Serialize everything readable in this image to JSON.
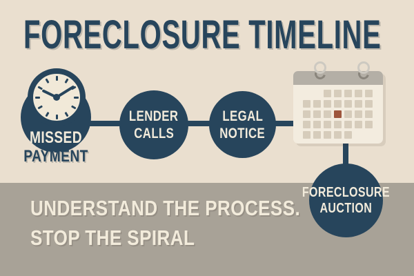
{
  "title": "FORECLOSURE TIMELINE",
  "steps": [
    {
      "line1": "MISSED",
      "line2": "PAYMENT",
      "icon": "clock-icon"
    },
    {
      "line1": "LENDER",
      "line2": "CALLS"
    },
    {
      "line1": "LEGAL",
      "line2": "NOTICE"
    },
    {
      "line1": "FORECLOSURE",
      "line2": "AUCTION",
      "icon": "calendar-icon"
    }
  ],
  "footer": {
    "line1": "UNDERSTAND THE PROCESS.",
    "line2": "STOP THE SPIRAL"
  },
  "calendar_grid": [
    [
      0,
      0,
      1,
      1,
      1,
      1,
      1
    ],
    [
      1,
      1,
      1,
      1,
      1,
      1,
      1
    ],
    [
      1,
      1,
      1,
      2,
      1,
      1,
      1
    ],
    [
      1,
      1,
      1,
      1,
      1,
      1,
      1
    ],
    [
      1,
      1,
      1,
      1,
      1,
      0,
      0
    ]
  ],
  "clock": {
    "hour_angle_deg": -64,
    "minute_angle_deg": 58,
    "tick_count": 12
  },
  "colors": {
    "background": "#eadfcf",
    "navy": "#27455c",
    "band": "#a8a297",
    "cream": "#f2ebdb",
    "clock_face": "#f1e9d8",
    "calendar_body": "#f3ecdf",
    "calendar_header": "#b4afa6",
    "ring": "#cdc9c1",
    "ring_dark": "#8a857c",
    "cell": "#d6ccbb",
    "highlight": "#9e563d",
    "title_shadow": "#bdb7ac"
  }
}
